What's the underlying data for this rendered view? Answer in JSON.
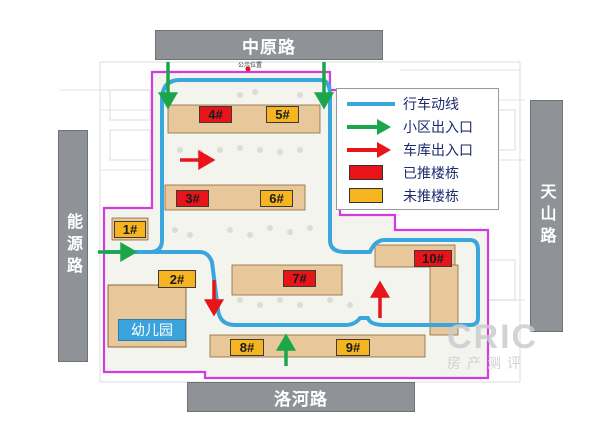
{
  "roads": {
    "top": "中原路",
    "bottom": "洛河路",
    "left": "能源路",
    "right": "天山路"
  },
  "gate_label": "公示位置",
  "legend": {
    "items": [
      {
        "label": "行车动线",
        "type": "line",
        "color": "#39a7de"
      },
      {
        "label": "小区出入口",
        "type": "arrow",
        "color": "#1ca64a"
      },
      {
        "label": "车库出入口",
        "type": "arrow",
        "color": "#e8141a"
      },
      {
        "label": "已推楼栋",
        "type": "swatch",
        "color": "#e8141a"
      },
      {
        "label": "未推楼栋",
        "type": "swatch",
        "color": "#f6b421"
      }
    ]
  },
  "buildings": [
    {
      "id": "4#",
      "status": "pushed"
    },
    {
      "id": "5#",
      "status": "not-pushed"
    },
    {
      "id": "3#",
      "status": "pushed"
    },
    {
      "id": "6#",
      "status": "not-pushed"
    },
    {
      "id": "1#",
      "status": "not-pushed"
    },
    {
      "id": "2#",
      "status": "not-pushed"
    },
    {
      "id": "7#",
      "status": "pushed"
    },
    {
      "id": "10#",
      "status": "pushed"
    },
    {
      "id": "8#",
      "status": "not-pushed"
    },
    {
      "id": "9#",
      "status": "not-pushed"
    }
  ],
  "kindergarten": "幼儿园",
  "watermark": {
    "line1": "CRIC",
    "line2": "房产测评"
  },
  "colors": {
    "road": "#8f9296",
    "boundary": "#d13be0",
    "route": "#39a7de",
    "entrance": "#1ca64a",
    "garage": "#e8141a",
    "pushed": "#e8141a",
    "not_pushed": "#f6b421"
  }
}
